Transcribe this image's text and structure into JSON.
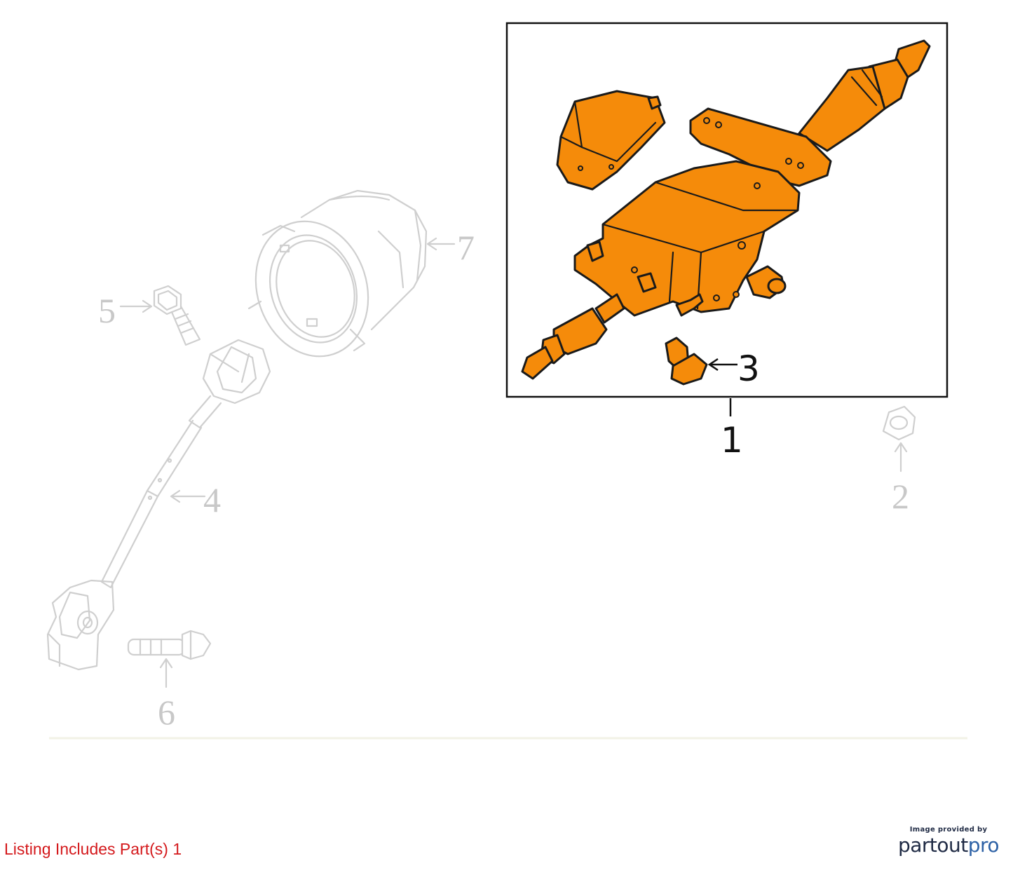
{
  "callouts": {
    "c1": "1",
    "c2": "2",
    "c3": "3",
    "c4": "4",
    "c5": "5",
    "c6": "6",
    "c7": "7"
  },
  "listing_note": "Listing Includes Part(s) 1",
  "credit": {
    "prefix": "Image provided by",
    "brand_part1": "partout",
    "brand_part2": "pro"
  },
  "colors": {
    "highlight": "#f58b0a",
    "ghost": "#cfcfcf",
    "note_red": "#d4191c",
    "brand_dark": "#1f2a44",
    "brand_blue": "#2e62a6"
  }
}
